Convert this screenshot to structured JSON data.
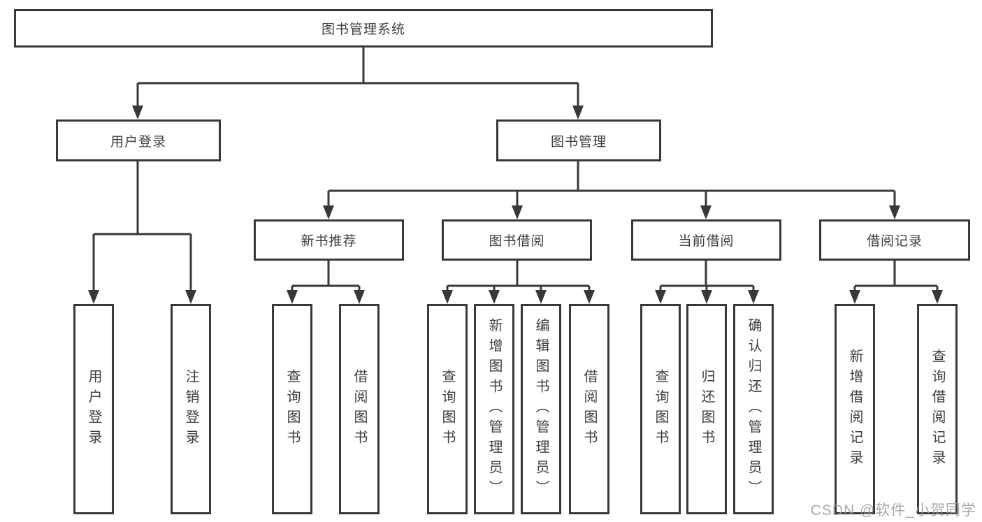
{
  "colors": {
    "line": "#383838",
    "text": "#3f3f3f",
    "background": "#ffffff",
    "watermark": "#9b9b9b"
  },
  "watermark": {
    "text": "CSDN @软件_小贺同学"
  },
  "diagram": {
    "root": {
      "label": "图书管理系统"
    },
    "user_login": {
      "label": "用户登录",
      "children": [
        {
          "label": "用户登录"
        },
        {
          "label": "注销登录"
        }
      ]
    },
    "book_mgmt": {
      "label": "图书管理",
      "groups": [
        {
          "label": "新书推荐",
          "children": [
            {
              "label": "查询图书"
            },
            {
              "label": "借阅图书"
            }
          ]
        },
        {
          "label": "图书借阅",
          "children": [
            {
              "label": "查询图书"
            },
            {
              "label": "新增图书（管理员）"
            },
            {
              "label": "编辑图书（管理员）"
            },
            {
              "label": "借阅图书"
            }
          ]
        },
        {
          "label": "当前借阅",
          "children": [
            {
              "label": "查询图书"
            },
            {
              "label": "归还图书"
            },
            {
              "label": "确认归还（管理员）"
            }
          ]
        },
        {
          "label": "借阅记录",
          "children": [
            {
              "label": "新增借阅记录"
            },
            {
              "label": "查询借阅记录"
            }
          ]
        }
      ]
    }
  }
}
